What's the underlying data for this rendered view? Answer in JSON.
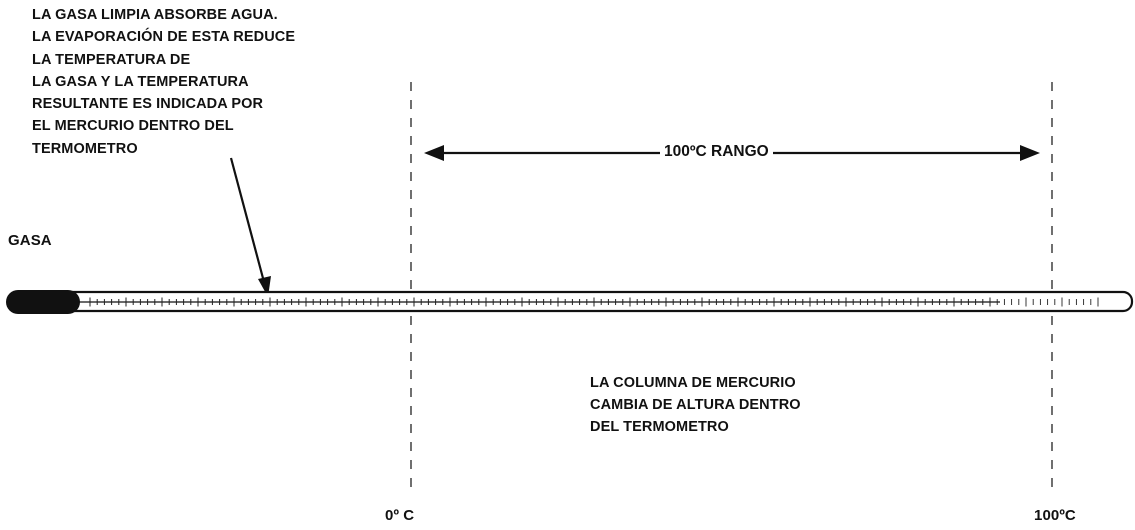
{
  "gasa_note": {
    "lines": [
      "LA GASA LIMPIA ABSORBE AGUA.",
      "LA EVAPORACIÓN DE ESTA REDUCE",
      "LA TEMPERATURA DE",
      "LA GASA Y LA TEMPERATURA",
      "RESULTANTE ES INDICADA POR",
      "EL MERCURIO DENTRO DEL",
      "TERMOMETRO"
    ]
  },
  "gasa_label": "GASA",
  "range_label": "100ºC  RANGO",
  "mercury_note": {
    "lines": [
      "LA COLUMNA DE MERCURIO",
      "CAMBIA DE ALTURA DENTRO",
      "DEL TERMOMETRO"
    ]
  },
  "scale_labels": {
    "zero": "0º C",
    "hundred": "100ºC"
  },
  "colors": {
    "ink": "#111111",
    "bulb": "#111111"
  }
}
